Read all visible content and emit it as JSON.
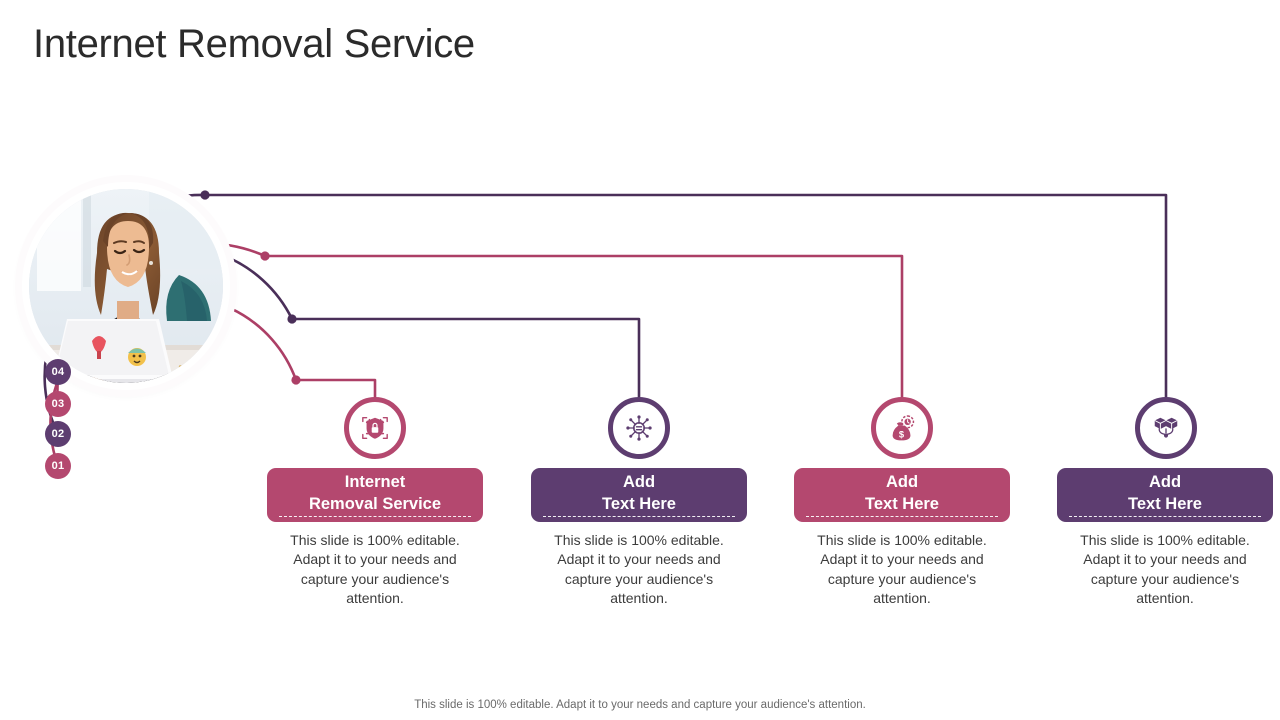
{
  "title": "Internet Removal Service",
  "colors": {
    "pink": "#b4486f",
    "purple": "#5d3d70",
    "pink_dark": "#a63f66",
    "purple_dark": "#523461",
    "text": "#3c3c3c",
    "title": "#2b2b2b",
    "footer": "#6a6a6a"
  },
  "photo": {
    "alt": "woman-working-on-laptop-photo"
  },
  "steps": [
    {
      "number": "01",
      "color_key": "pink",
      "color": "#b4486f",
      "icon": "cyber-security-shield-icon",
      "title_line1": "Internet",
      "title_line2": "Removal Service",
      "body": "This slide is 100% editable. Adapt it to your needs and capture your audience's attention."
    },
    {
      "number": "02",
      "color_key": "purple",
      "color": "#5d3d70",
      "icon": "network-hub-icon",
      "title_line1": "Add",
      "title_line2": "Text Here",
      "body": "This slide is 100% editable. Adapt it to your needs and capture your audience's attention."
    },
    {
      "number": "03",
      "color_key": "pink",
      "color": "#b4486f",
      "icon": "money-bag-time-icon",
      "title_line1": "Add",
      "title_line2": "Text Here",
      "body": "This slide is 100% editable. Adapt it to your needs and capture your audience's attention."
    },
    {
      "number": "04",
      "color_key": "purple",
      "color": "#5d3d70",
      "icon": "blockchain-cubes-icon",
      "title_line1": "Add",
      "title_line2": "Text Here",
      "body": "This slide is 100% editable. Adapt it to your needs and capture your audience's attention."
    }
  ],
  "badges": [
    {
      "number": "04",
      "color": "#5d3d70"
    },
    {
      "number": "03",
      "color": "#b4486f"
    },
    {
      "number": "02",
      "color": "#5d3d70"
    },
    {
      "number": "01",
      "color": "#b4486f"
    }
  ],
  "footer": "This slide is 100% editable. Adapt it to your needs and capture your audience's attention."
}
